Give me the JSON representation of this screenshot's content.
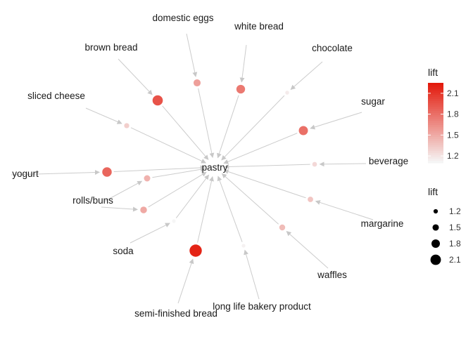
{
  "chart_data": {
    "type": "network",
    "center": "pastry",
    "items": [
      {
        "label": "domestic eggs",
        "lift": 1.55
      },
      {
        "label": "white bread",
        "lift": 1.75
      },
      {
        "label": "chocolate",
        "lift": 1.15
      },
      {
        "label": "brown bread",
        "lift": 1.95
      },
      {
        "label": "sliced cheese",
        "lift": 1.3
      },
      {
        "label": "sugar",
        "lift": 1.8
      },
      {
        "label": "beverage",
        "lift": 1.25
      },
      {
        "label": "yogurt",
        "lift": 1.85
      },
      {
        "label": "rolls/buns",
        "lift": 1.45
      },
      {
        "label": "rolls/buns",
        "lift": 1.5
      },
      {
        "label": "margarine",
        "lift": 1.35
      },
      {
        "label": "soda",
        "lift": 1.1
      },
      {
        "label": "waffles",
        "lift": 1.4
      },
      {
        "label": "semi-finished bread",
        "lift": 2.2
      },
      {
        "label": "long life bakery product",
        "lift": 1.12
      }
    ],
    "legend_color": {
      "title": "lift",
      "ticks": [
        1.2,
        1.5,
        1.8,
        2.1
      ],
      "min": 1.1,
      "max": 2.25,
      "low_color": "#f5f5f5",
      "high_color": "#e31a0c"
    },
    "legend_size": {
      "title": "lift",
      "ticks": [
        1.2,
        1.5,
        1.8,
        2.1
      ]
    },
    "edge_color": "#cccccc"
  }
}
